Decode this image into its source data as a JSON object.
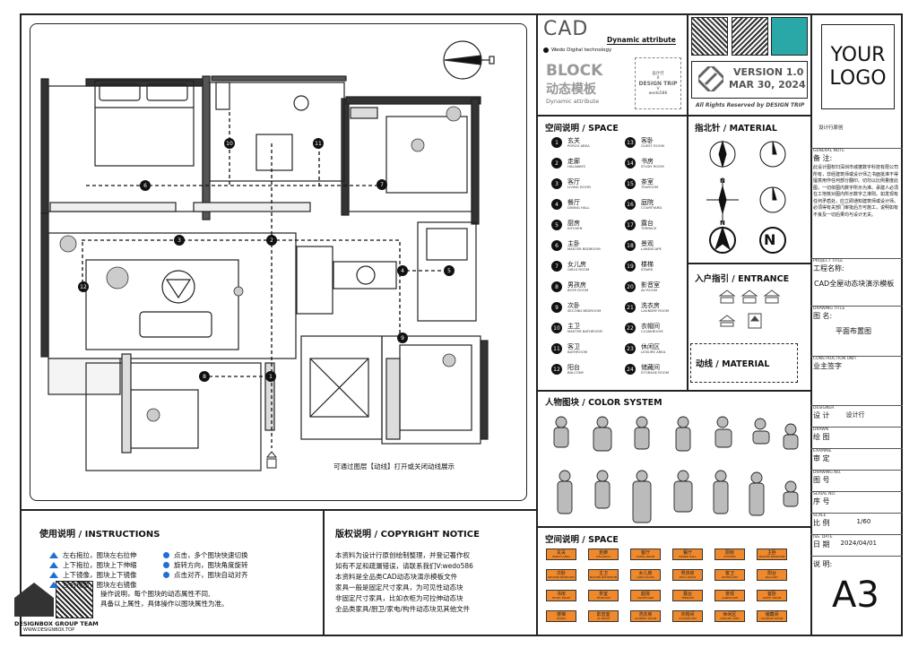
{
  "plan": {
    "note": "可通过图层【动线】打开或关闭动线展示",
    "markers": [
      "6",
      "7",
      "3",
      "2",
      "12",
      "4",
      "5",
      "8",
      "1",
      "9",
      "10",
      "11"
    ]
  },
  "header": {
    "cad": "CAD",
    "dynamic": "Dynamic attribute",
    "wedo": "Wedo Digital technology",
    "block": "BLOCK",
    "block_cn": "动态模板",
    "block_en": "Dynamic attribute",
    "stamp": [
      "设计行",
      "X",
      "DESIGN TRIP",
      "V",
      "wedo586"
    ],
    "version": "VERSION 1.0",
    "date": "MAR 30, 2024",
    "rights": "All Rights Reserved by DESIGN TRIP",
    "logo": "YOUR LOGO",
    "logo_caption": "设计行原创"
  },
  "space": {
    "title": "空间说明 / SPACE",
    "left": [
      {
        "n": "1",
        "cn": "玄关",
        "en": "PORCH AREA"
      },
      {
        "n": "2",
        "cn": "走廊",
        "en": "HALLWAYS"
      },
      {
        "n": "3",
        "cn": "客厅",
        "en": "LIVING ROOM"
      },
      {
        "n": "4",
        "cn": "餐厅",
        "en": "DINING HALL"
      },
      {
        "n": "5",
        "cn": "厨房",
        "en": "KITCHEN"
      },
      {
        "n": "6",
        "cn": "主卧",
        "en": "MASTER BEDROOM"
      },
      {
        "n": "7",
        "cn": "女儿房",
        "en": "GIRLS ROOM"
      },
      {
        "n": "8",
        "cn": "男孩房",
        "en": "BOYS ROOM"
      },
      {
        "n": "9",
        "cn": "次卧",
        "en": "SECOND BEDROOM"
      },
      {
        "n": "10",
        "cn": "主卫",
        "en": "MASTER BATHROOM"
      },
      {
        "n": "11",
        "cn": "客卫",
        "en": "BATHROOM"
      },
      {
        "n": "12",
        "cn": "阳台",
        "en": "BALCONY"
      }
    ],
    "right": [
      {
        "n": "13",
        "cn": "客卧",
        "en": "GUEST ROOM"
      },
      {
        "n": "14",
        "cn": "书房",
        "en": "STUDY ROOM"
      },
      {
        "n": "15",
        "cn": "茶室",
        "en": "TEAROOM"
      },
      {
        "n": "16",
        "cn": "庭院",
        "en": "COURTYARD"
      },
      {
        "n": "17",
        "cn": "露台",
        "en": "TERRACE"
      },
      {
        "n": "18",
        "cn": "景观",
        "en": "LANDSCAPE"
      },
      {
        "n": "19",
        "cn": "楼梯",
        "en": "STAIRS"
      },
      {
        "n": "20",
        "cn": "影音室",
        "en": "AV ROOM"
      },
      {
        "n": "21",
        "cn": "洗衣房",
        "en": "LAUNDRY ROOM"
      },
      {
        "n": "22",
        "cn": "衣帽间",
        "en": "CLOAKROOM"
      },
      {
        "n": "23",
        "cn": "休闲区",
        "en": "LEISURE AREA"
      },
      {
        "n": "24",
        "cn": "储藏间",
        "en": "STORAGE ROOM"
      }
    ]
  },
  "north": {
    "title": "指北针 / MATERIAL",
    "n": "N"
  },
  "entrance": {
    "title": "入户指引 / ENTRANCE"
  },
  "route": {
    "title": "动线 / MATERIAL"
  },
  "people": {
    "title": "人物图块 / COLOR SYSTEM"
  },
  "space2": {
    "title": "空间说明 / SPACE",
    "tags": [
      {
        "cn": "玄关",
        "en": "PORCH AREA"
      },
      {
        "cn": "走廊",
        "en": "HALLWAYS"
      },
      {
        "cn": "客厅",
        "en": "LIVING ROOM"
      },
      {
        "cn": "餐厅",
        "en": "DINING HALL"
      },
      {
        "cn": "厨房",
        "en": "KITCHEN"
      },
      {
        "cn": "主卧",
        "en": "MASTER BEDROOM"
      },
      {
        "cn": "次卧",
        "en": "SECOND BEDROOM"
      },
      {
        "cn": "主卫",
        "en": "MASTER BATHROOM"
      },
      {
        "cn": "女儿房",
        "en": "GIRLS ROOM"
      },
      {
        "cn": "男孩房",
        "en": "BOYS ROOM"
      },
      {
        "cn": "客卫",
        "en": "BATHROOM"
      },
      {
        "cn": "阳台",
        "en": "BALCONY"
      },
      {
        "cn": "书房",
        "en": "STUDY ROOM"
      },
      {
        "cn": "茶室",
        "en": "TEAROOM"
      },
      {
        "cn": "庭院",
        "en": "COURTYARD"
      },
      {
        "cn": "露台",
        "en": "TERRACE"
      },
      {
        "cn": "景观",
        "en": "LANDSCAPE"
      },
      {
        "cn": "客卧",
        "en": "GUEST ROOM"
      },
      {
        "cn": "楼梯",
        "en": "STAIRS"
      },
      {
        "cn": "影音室",
        "en": "AV ROOM"
      },
      {
        "cn": "洗衣房",
        "en": "LAUNDRY ROOM"
      },
      {
        "cn": "衣帽间",
        "en": "CLOAKROOM"
      },
      {
        "cn": "休闲区",
        "en": "LEISURE AREA"
      },
      {
        "cn": "储藏间",
        "en": "STORAGE ROOM"
      }
    ]
  },
  "instructions": {
    "title": "使用说明 / INSTRUCTIONS",
    "lines_left": [
      "左右拖拉，图块左右拉伸",
      "上下拖拉，图块上下伸缩",
      "上下镜像，图块上下镜像",
      "左右镜像，图块左右镜像"
    ],
    "lines_right": [
      "点击，多个图块快速切换",
      "旋转方向，图块角度旋转",
      "点击对齐，图块自动对齐"
    ],
    "line5": "操作说明，每个图块的动态属性不同,",
    "line6": "具备以上属性，具体操作以图块属性为准。",
    "brand": "DESIGNBOX GROUP TEAM",
    "brand_url": "WWW.DESIGNBOX.TOP"
  },
  "copyright": {
    "title": "版权说明 / COPYRIGHT NOTICE",
    "lines": [
      "本资料为设计行原创绘制整理，并登记著作权",
      "如有不足和疏漏错误，请联系我们V:wedo586",
      "本资料是全品类CAD动态块演示模板文件",
      "家具一般是固定尺寸家具，为可见性动态块",
      "非固定尺寸家具，比如衣柜为可拉伸动态块",
      "全品类家具/厨卫/家电/构件动态块见其他文件"
    ]
  },
  "titleblock": {
    "general_note_en": "GENERAL NOTE",
    "general_note_cn": "备 注:",
    "general_note_body": "此设计图权归深圳市城蓬数字科技有限公司所有，非经建筑师或设计师之书面批准不得擅意用作任何部分翻印。切勿以比例量度此图，一切依图内数字所示为准。承建人必须在工地核对图内所示数字之准则。如发现有任何矛盾处，应立即通知建筑师或设计师。必须得有关部门审批后方可施工，说明如有不良及一切后果均与设计无关。",
    "project_en": "PROJECT TITLE",
    "project_cn": "工程名称:",
    "project_value": "CAD全屋动态块演示模板",
    "drawing_en": "DRAWING TITLE",
    "drawing_cn": "图    名:",
    "drawing_value": "平面布置图",
    "construction_en": "CONSTRUCTION UNIT",
    "construction_cn": "业主签字",
    "designer_en": "DESIGNER",
    "designer_cn": "设 计",
    "designer_value": "设计行",
    "drawn_en": "DRAWN",
    "drawn_cn": "绘 图",
    "examine_en": "EXAMINE",
    "examine_cn": "审 定",
    "drawing_no_en": "DRAWING NO.",
    "drawing_no_cn": "图 号",
    "serial_en": "SERIAL NO.",
    "serial_cn": "序 号",
    "scale_en": "SCALE",
    "scale_cn": "比 例",
    "scale_value": "1/60",
    "date_en": "ISS. DATE",
    "date_cn": "日 期",
    "date_value": "2024/04/01",
    "remark_cn": "说  明:",
    "sheet": "A3"
  },
  "colors": {
    "orange": "#f0892b",
    "ink": "#111111"
  }
}
